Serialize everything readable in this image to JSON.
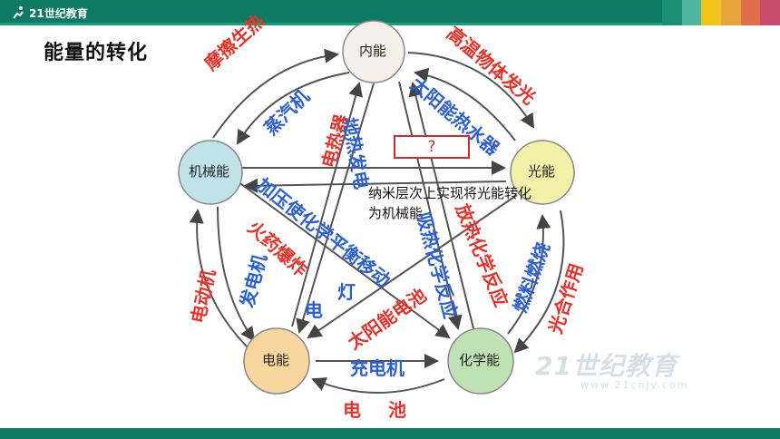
{
  "header": {
    "logo_text": "21世纪教育",
    "tab_colors": [
      "#1a8f72",
      "#4db6a0",
      "#f0c419",
      "#e8a33a",
      "#e26d4a",
      "#c94b6b"
    ]
  },
  "page_title": "能量的转化",
  "nodes": {
    "internal": {
      "label": "内能",
      "color": "#f6f0ea"
    },
    "light": {
      "label": "光能",
      "color": "#f3f0a8"
    },
    "mechanical": {
      "label": "机械能",
      "color": "#bfe3e9"
    },
    "electric": {
      "label": "电能",
      "color": "#f7d79e"
    },
    "chemical": {
      "label": "化学能",
      "color": "#bfe2b4"
    }
  },
  "labels": {
    "friction_heat": "摩擦生热",
    "steam_engine": "蒸汽机",
    "electric_heater": "电热器",
    "geothermal_power": "地热发电",
    "high_temp_glow": "高温物体发光",
    "solar_water_heater": "太阳能热水器",
    "question_mark": "?",
    "pressure_equilibrium": "加压使化学平衡移动",
    "gunpowder_explosion": "火药爆炸",
    "generator": "发电机",
    "motor": "电动机",
    "lamp_1": "电",
    "lamp_2": "灯",
    "solar_cell": "太阳能电池",
    "endothermic_reaction": "吸热化学反应",
    "exothermic_reaction": "放热化学反应",
    "fuel_combustion": "燃料燃烧",
    "photosynthesis": "光合作用",
    "charger": "充电机",
    "battery_1": "电",
    "battery_2": "池"
  },
  "note": "纳米层次上实现将光能转化为机械能",
  "watermark": {
    "text": "21世纪教育",
    "url": "www.21cnjy.com"
  }
}
